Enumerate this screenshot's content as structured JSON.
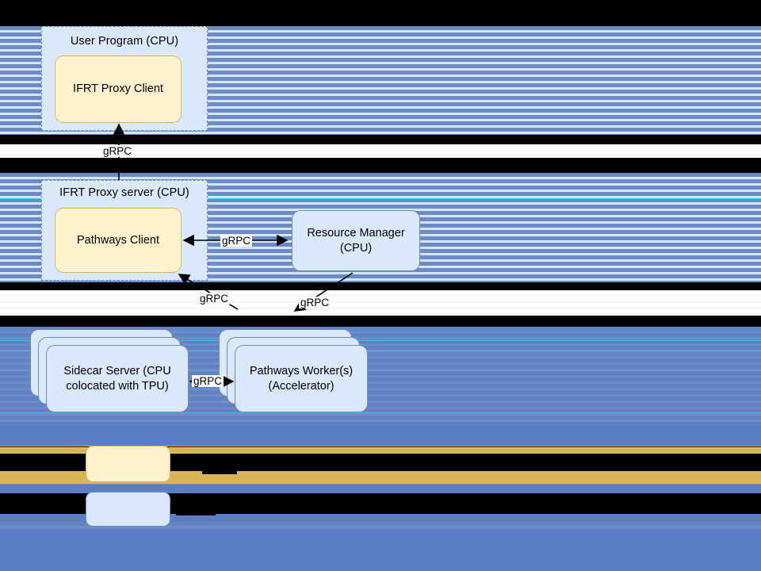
{
  "diagram": {
    "title_visible": false,
    "groups": [
      {
        "id": "user-program",
        "label": "User Program (CPU)",
        "child": {
          "id": "ifrt-proxy-client",
          "label": "IFRT Proxy Client",
          "style": "yellow"
        }
      },
      {
        "id": "ifrt-proxy-server",
        "label": "IFRT Proxy server (CPU)",
        "child": {
          "id": "pathways-client",
          "label": "Pathways Client",
          "style": "yellow"
        }
      }
    ],
    "nodes": [
      {
        "id": "resource-manager",
        "label": "Resource Manager\n(CPU)",
        "line1": "Resource Manager",
        "line2": "(CPU)",
        "style": "blue"
      },
      {
        "id": "sidecar-server",
        "line1": "Sidecar Server (CPU",
        "line2": "colocated with TPU)",
        "style": "blue-stack"
      },
      {
        "id": "pathways-workers",
        "line1": "Pathways Worker(s)",
        "line2": "(Accelerator)",
        "style": "blue-stack"
      }
    ],
    "edges": [
      {
        "id": "edge-client-to-server",
        "label": "gRPC"
      },
      {
        "id": "edge-rm-to-pathways-client",
        "label": "gRPC"
      },
      {
        "id": "edge-sidecar-to-pathways-client",
        "label": "gRPC"
      },
      {
        "id": "edge-rm-to-workers",
        "label": "gRPC"
      },
      {
        "id": "edge-sidecar-to-worker",
        "label": "gRPC"
      }
    ]
  },
  "legend": {
    "rows": [
      {
        "id": "legend-row-yellow",
        "swatch_color": "#fff2cc",
        "border_color": "#d6b656",
        "label": ""
      },
      {
        "id": "legend-row-blue",
        "swatch_color": "#dae8fc",
        "border_color": "#6c8ebf",
        "label": ""
      }
    ]
  },
  "render_artifacts": {
    "description": "corrupted horizontal scanline bands",
    "stripe_blue": "#6a8bc4",
    "stripe_light": "#d6e4f7",
    "solid_blue": "#5b7ec4",
    "gold": "#d9b458",
    "black": "#000000",
    "white": "#ffffff"
  }
}
